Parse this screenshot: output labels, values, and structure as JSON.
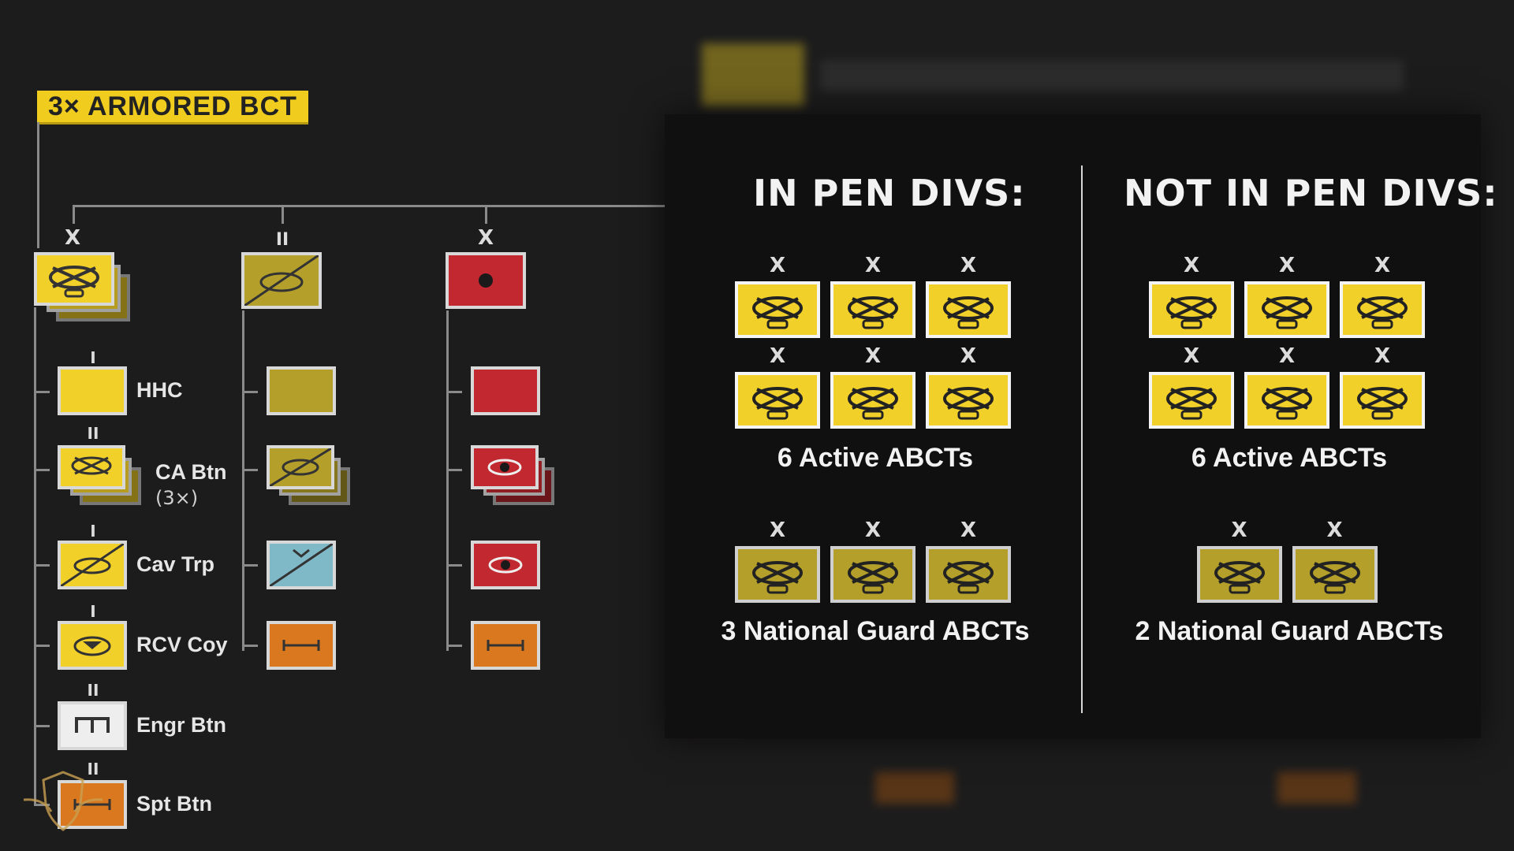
{
  "title": "3× ARMORED BCT",
  "left_tree": {
    "echelons": {
      "brigade": "X",
      "battalion": "II",
      "company": "I"
    },
    "rows": [
      {
        "label": "HHC",
        "sub": ""
      },
      {
        "label": "CA Btn",
        "sub": "(3×)"
      },
      {
        "label": "Cav Trp",
        "sub": ""
      },
      {
        "label": "RCV Coy",
        "sub": ""
      },
      {
        "label": "Engr Btn",
        "sub": ""
      },
      {
        "label": "Spt Btn",
        "sub": ""
      }
    ]
  },
  "comparison": {
    "in_pen": {
      "heading": "IN PEN DIVS:",
      "active_caption": "6 Active ABCTs",
      "guard_caption": "3 National Guard ABCTs",
      "active_count": 6,
      "guard_count": 3
    },
    "not_in_pen": {
      "heading": "NOT IN PEN DIVS:",
      "active_caption": "6 Active ABCTs",
      "guard_caption": "2 National Guard ABCTs",
      "active_count": 6,
      "guard_count": 2
    },
    "brigade_mark": "X"
  },
  "colors": {
    "armor_yellow": "#f2d02a",
    "guard_olive": "#b39f2a",
    "cavalry_red": "#c1282f",
    "support_orange": "#d9781f",
    "recon_teal": "#7fb8c6",
    "title_bg": "#f0cc1e"
  },
  "icons": [
    "armor-symbol-icon",
    "cavalry-slash-icon",
    "dot-icon",
    "engineer-icon",
    "support-icon"
  ]
}
